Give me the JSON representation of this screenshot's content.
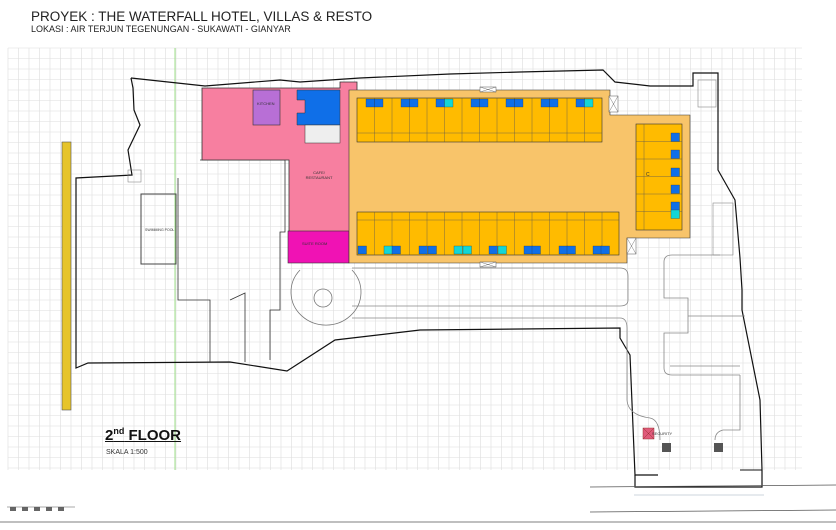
{
  "header": {
    "project": "PROYEK : THE WATERFALL HOTEL, VILLAS & RESTO",
    "location": "LOKASI : AIR TERJUN TEGENUNGAN - SUKAWATI - GIANYAR"
  },
  "plan": {
    "floor_number": "2",
    "floor_suffix": "nd",
    "floor_word": "FLOOR",
    "scale": "SKALA 1:500",
    "rooms": {
      "kitchen": "KITCHEN",
      "cafe": "CAFE/ RESTAURANT",
      "suite": "SUITE ROOM",
      "wing": "C",
      "security": "SECURITY",
      "pool": "SWIMMING POOL"
    },
    "colors": {
      "restaurant": "#f77fa0",
      "kitchen": "#b86fd6",
      "suite": "#f012b4",
      "rooms": "#ffbb00",
      "corridor": "#f8c46a",
      "window_blue": "#0f6fe8",
      "window_cyan": "#13d6d6",
      "wall_yellow": "#e6c42a"
    }
  }
}
